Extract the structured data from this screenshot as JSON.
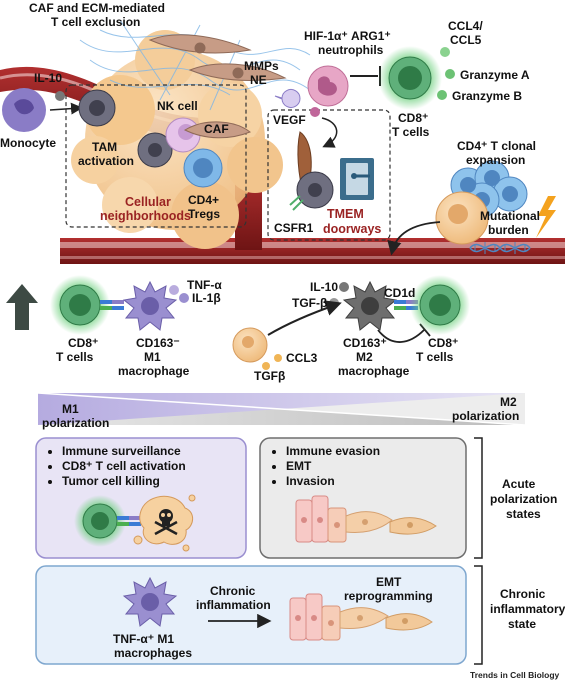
{
  "top": {
    "caf_exclusion": [
      "CAF and ECM-mediated",
      "T cell exclusion"
    ],
    "il10": "IL-10",
    "monocyte": "Monocyte",
    "tam_activation": [
      "TAM",
      "activation"
    ],
    "nk_cell": "NK cell",
    "caf": "CAF",
    "cd4_tregs": [
      "CD4+",
      "Tregs"
    ],
    "cellular_neighborhoods": [
      "Cellular",
      "neighborhoods"
    ],
    "hif_neutrophils": [
      "HIF-1α⁺ ARG1⁺",
      "neutrophils"
    ],
    "mmps_ne": [
      "MMPs",
      "NE"
    ],
    "vegf": "VEGF",
    "csfr1": "CSFR1",
    "tmem": [
      "TMEM",
      "doorways"
    ],
    "cd8_tcells_top": [
      "CD8⁺",
      "T cells"
    ],
    "ccl": [
      "CCL4/",
      "CCL5"
    ],
    "granzyme_a": "Granzyme A",
    "granzyme_b": "Granzyme B",
    "cd4_expansion": [
      "CD4⁺ T clonal",
      "expansion"
    ],
    "mutational_burden": [
      "Mutational",
      "burden"
    ]
  },
  "middle": {
    "tnf": "TNF-α",
    "il1b": "IL-1β",
    "cd8_left": [
      "CD8⁺",
      "T cells"
    ],
    "m1_macro": [
      "CD163⁻",
      "M1",
      "macrophage"
    ],
    "il10": "IL-10",
    "tgfb": "TGF-β",
    "cd1d": "CD1d",
    "ccl3": "CCL3",
    "tgfb2": "TGFβ",
    "m2_macro": [
      "CD163⁺",
      "M2",
      "macrophage"
    ],
    "cd8_right": [
      "CD8⁺",
      "T cells"
    ]
  },
  "gradient": {
    "m1": [
      "M1",
      "polarization"
    ],
    "m2": [
      "M2",
      "polarization"
    ]
  },
  "acute": {
    "m1_bullets": [
      "Immune surveillance",
      "CD8⁺ T cell activation",
      "Tumor cell killing"
    ],
    "m2_bullets": [
      "Immune evasion",
      "EMT",
      "Invasion"
    ],
    "label": [
      "Acute",
      "polarization",
      "states"
    ]
  },
  "chronic": {
    "macro": [
      "TNF-α⁺ M1",
      "macrophages"
    ],
    "inflammation": [
      "Chronic",
      "inflammation"
    ],
    "emt": [
      "EMT",
      "reprogramming"
    ],
    "label": [
      "Chronic",
      "inflammatory",
      "state"
    ]
  },
  "footer": "Trends in Cell Biology",
  "colors": {
    "m1_purple": "#9a8fd0",
    "m2_gray": "#6e6e6e",
    "cd8_green": "#4fae6a",
    "vessel_red": "#8b1b1b",
    "tumor_peach": "#f6cf9c",
    "panel_purple": "#e6e2f4",
    "panel_gray": "#e9e9e9",
    "panel_blue": "#e7f0fa",
    "label_red": "#9a2323"
  }
}
